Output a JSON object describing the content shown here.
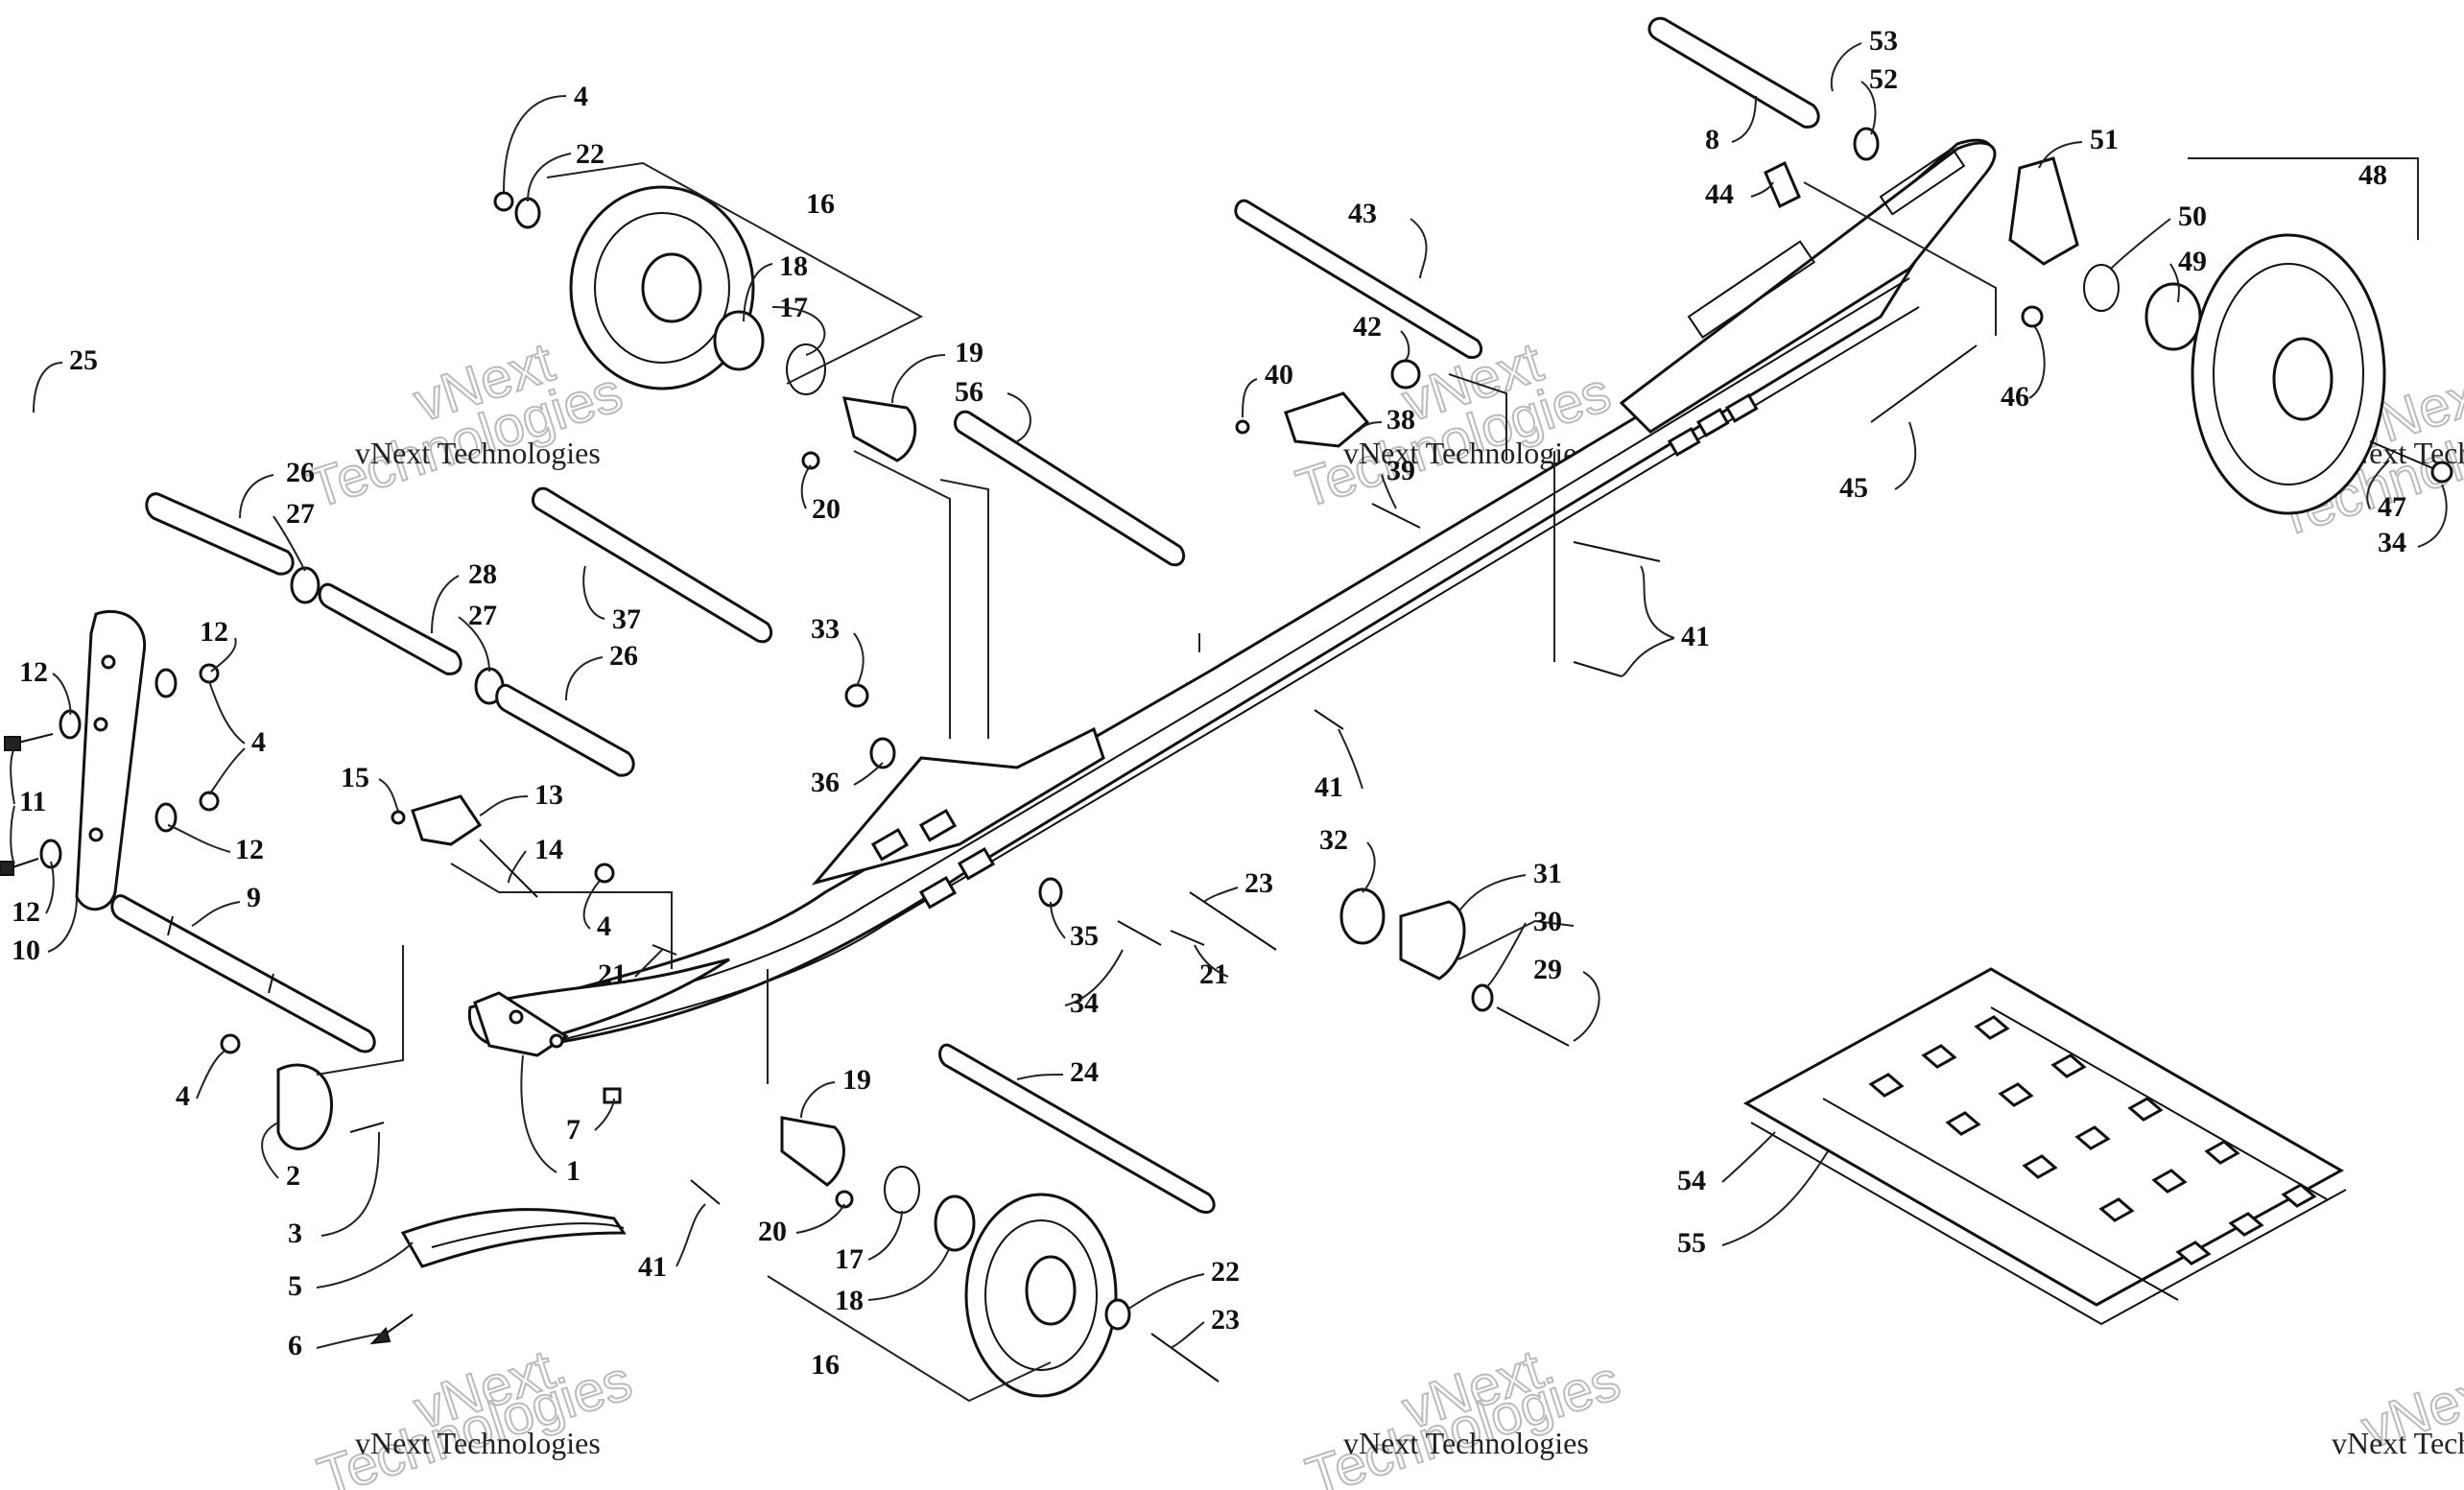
{
  "watermark": {
    "company": "vNext Technologies",
    "big_word_1": "vNext",
    "big_word_2": "Technologies"
  },
  "callouts": [
    {
      "id": "c4a",
      "label": "4"
    },
    {
      "id": "c22a",
      "label": "22"
    },
    {
      "id": "c16a",
      "label": "16"
    },
    {
      "id": "c18a",
      "label": "18"
    },
    {
      "id": "c17a",
      "label": "17"
    },
    {
      "id": "c19a",
      "label": "19"
    },
    {
      "id": "c56",
      "label": "56"
    },
    {
      "id": "c20a",
      "label": "20"
    },
    {
      "id": "c25",
      "label": "25"
    },
    {
      "id": "c26a",
      "label": "26"
    },
    {
      "id": "c27a",
      "label": "27"
    },
    {
      "id": "c28",
      "label": "28"
    },
    {
      "id": "c27b",
      "label": "27"
    },
    {
      "id": "c26b",
      "label": "26"
    },
    {
      "id": "c37",
      "label": "37"
    },
    {
      "id": "c33",
      "label": "33"
    },
    {
      "id": "c36",
      "label": "36"
    },
    {
      "id": "c12a",
      "label": "12"
    },
    {
      "id": "c12b",
      "label": "12"
    },
    {
      "id": "c4b",
      "label": "4"
    },
    {
      "id": "c11",
      "label": "11"
    },
    {
      "id": "c12c",
      "label": "12"
    },
    {
      "id": "c12d",
      "label": "12"
    },
    {
      "id": "c10",
      "label": "10"
    },
    {
      "id": "c9",
      "label": "9"
    },
    {
      "id": "c15",
      "label": "15"
    },
    {
      "id": "c13",
      "label": "13"
    },
    {
      "id": "c14",
      "label": "14"
    },
    {
      "id": "c4c",
      "label": "4"
    },
    {
      "id": "c21a",
      "label": "21"
    },
    {
      "id": "c4d",
      "label": "4"
    },
    {
      "id": "c2",
      "label": "2"
    },
    {
      "id": "c3",
      "label": "3"
    },
    {
      "id": "c7",
      "label": "7"
    },
    {
      "id": "c1",
      "label": "1"
    },
    {
      "id": "c41a",
      "label": "41"
    },
    {
      "id": "c5",
      "label": "5"
    },
    {
      "id": "c6",
      "label": "6"
    },
    {
      "id": "c19b",
      "label": "19"
    },
    {
      "id": "c20b",
      "label": "20"
    },
    {
      "id": "c17b",
      "label": "17"
    },
    {
      "id": "c18b",
      "label": "18"
    },
    {
      "id": "c16b",
      "label": "16"
    },
    {
      "id": "c22b",
      "label": "22"
    },
    {
      "id": "c23a",
      "label": "23"
    },
    {
      "id": "c24",
      "label": "24"
    },
    {
      "id": "c35",
      "label": "35"
    },
    {
      "id": "c34a",
      "label": "34"
    },
    {
      "id": "c21b",
      "label": "21"
    },
    {
      "id": "c23b",
      "label": "23"
    },
    {
      "id": "c32",
      "label": "32"
    },
    {
      "id": "c31",
      "label": "31"
    },
    {
      "id": "c30",
      "label": "30"
    },
    {
      "id": "c29",
      "label": "29"
    },
    {
      "id": "c41b",
      "label": "41"
    },
    {
      "id": "c41c",
      "label": "41"
    },
    {
      "id": "c40",
      "label": "40"
    },
    {
      "id": "c38",
      "label": "38"
    },
    {
      "id": "c39",
      "label": "39"
    },
    {
      "id": "c42",
      "label": "42"
    },
    {
      "id": "c43",
      "label": "43"
    },
    {
      "id": "c44",
      "label": "44"
    },
    {
      "id": "c8",
      "label": "8"
    },
    {
      "id": "c53",
      "label": "53"
    },
    {
      "id": "c52",
      "label": "52"
    },
    {
      "id": "c51",
      "label": "51"
    },
    {
      "id": "c48",
      "label": "48"
    },
    {
      "id": "c50",
      "label": "50"
    },
    {
      "id": "c49",
      "label": "49"
    },
    {
      "id": "c46",
      "label": "46"
    },
    {
      "id": "c45",
      "label": "45"
    },
    {
      "id": "c47",
      "label": "47"
    },
    {
      "id": "c34b",
      "label": "34"
    },
    {
      "id": "c54",
      "label": "54"
    },
    {
      "id": "c55",
      "label": "55"
    }
  ]
}
